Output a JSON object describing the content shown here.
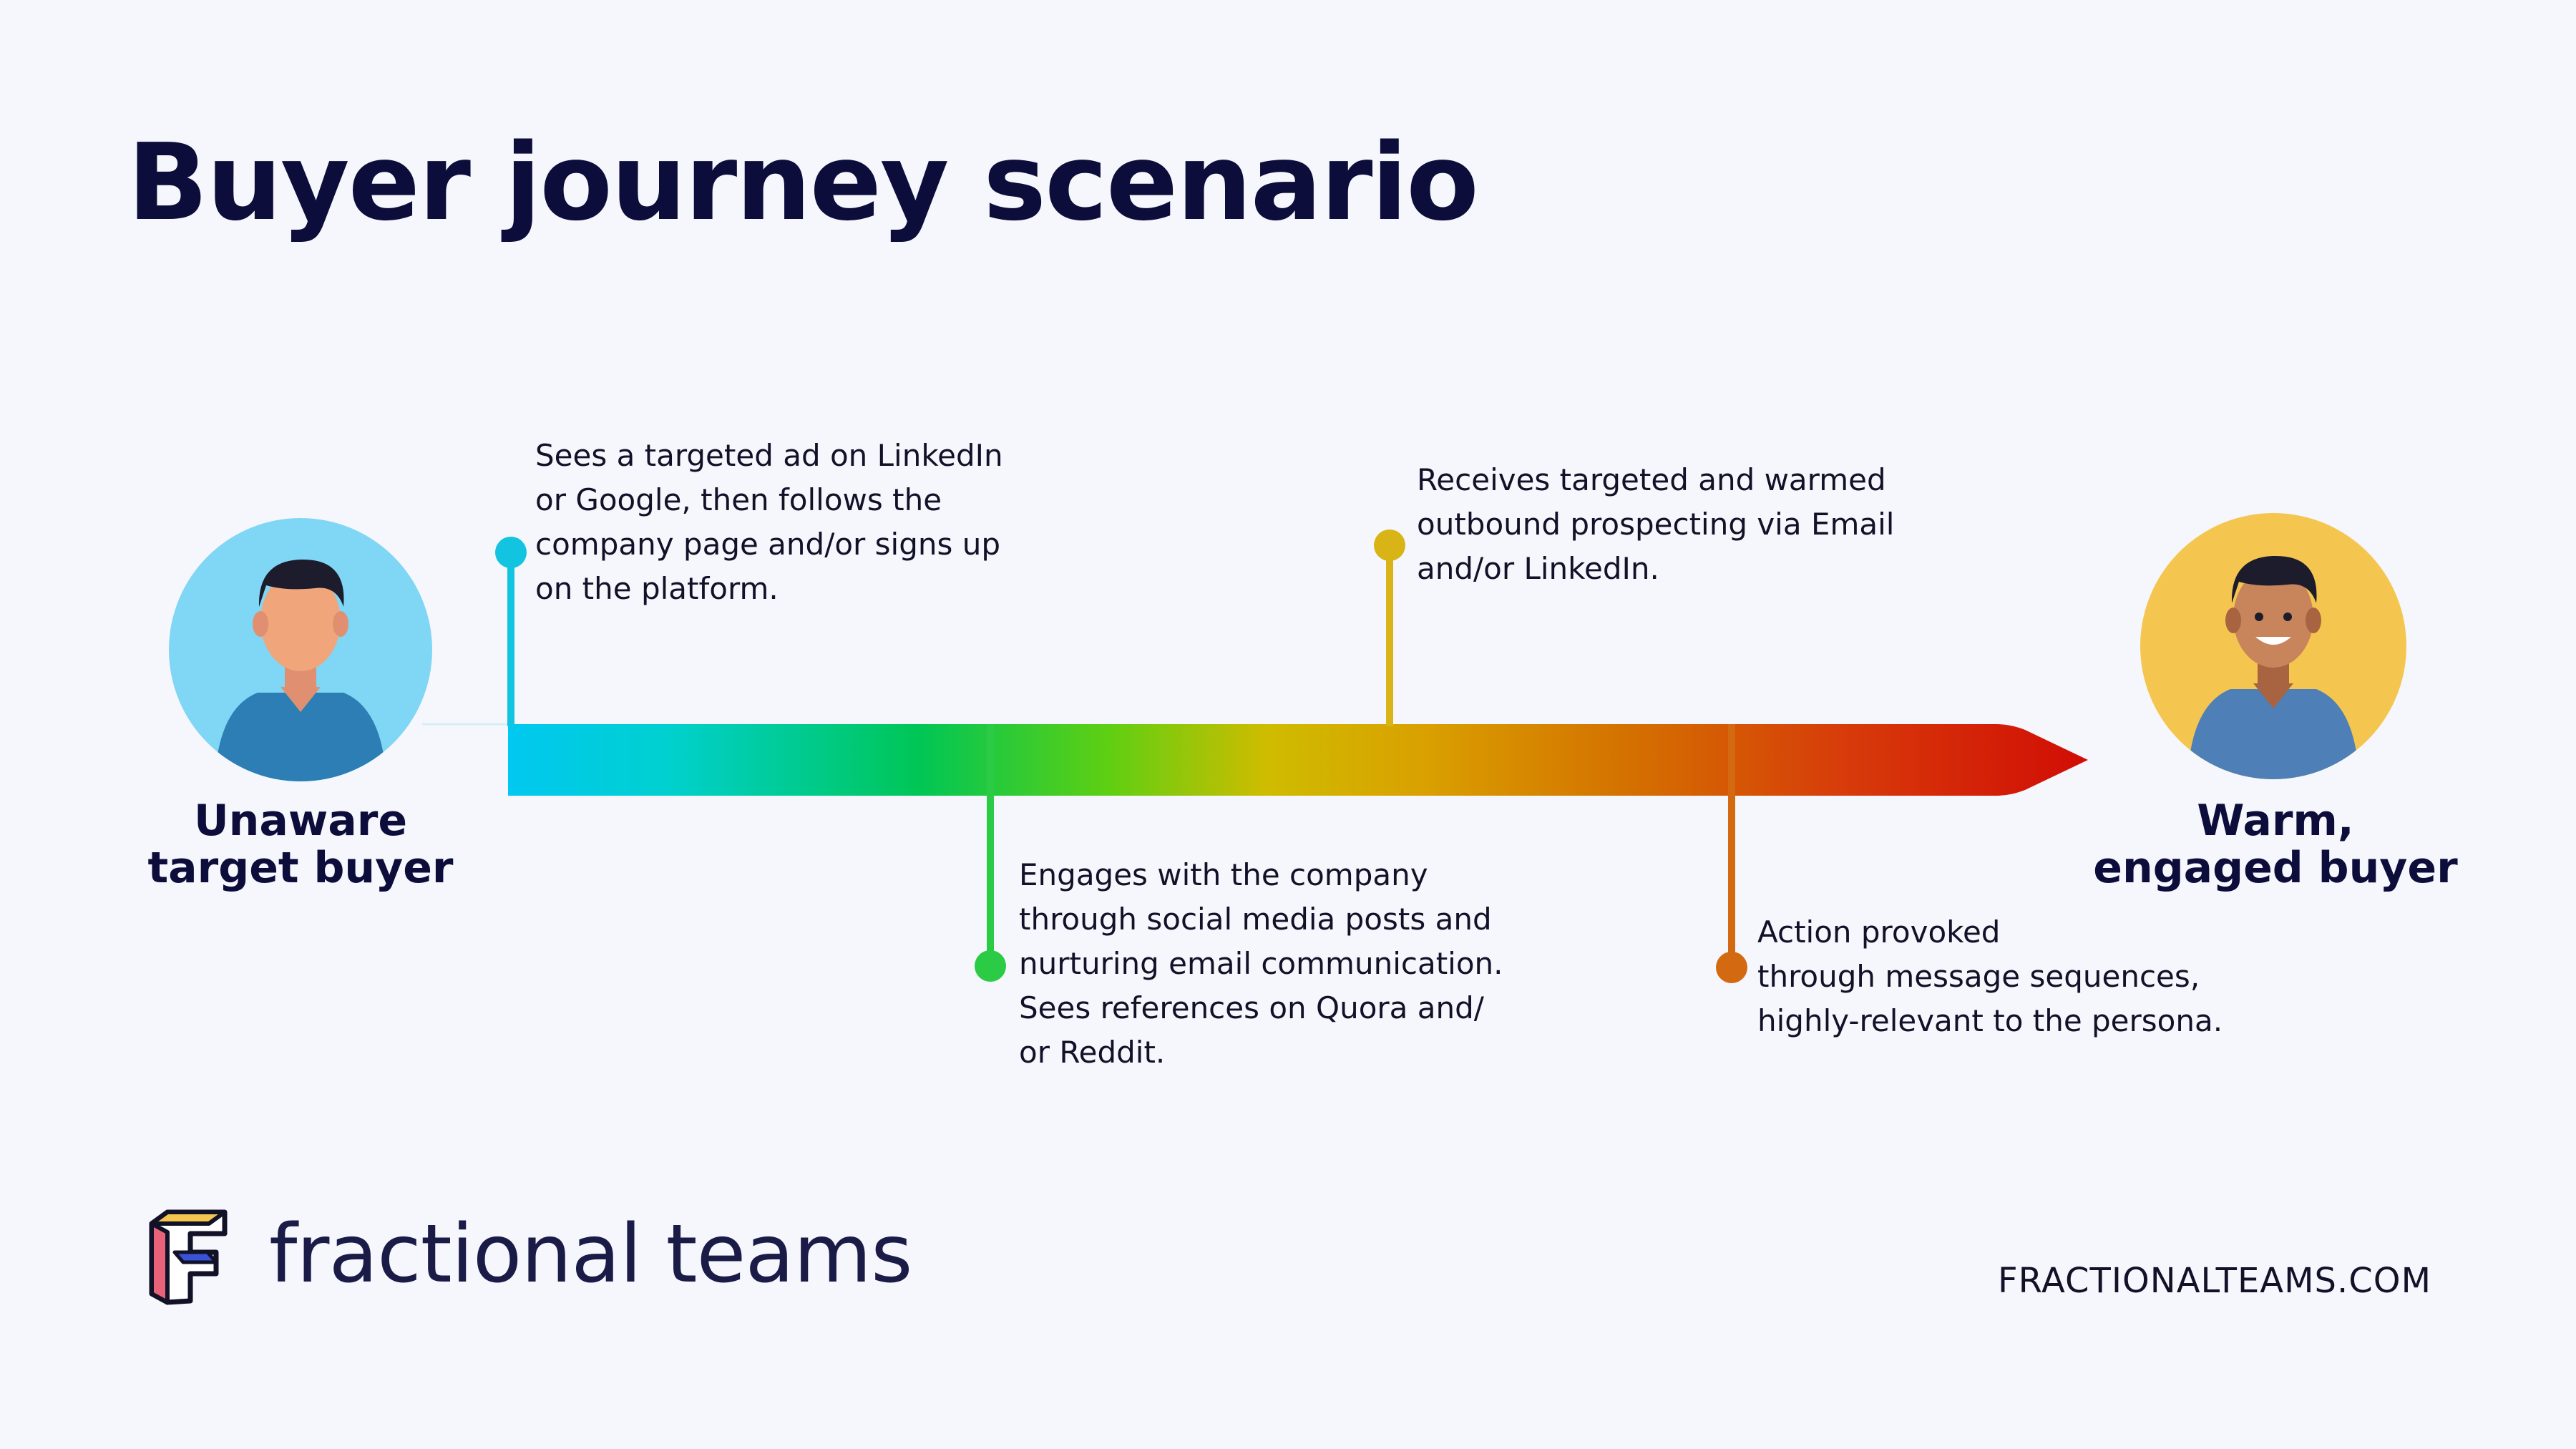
{
  "title": "Buyer journey scenario",
  "personas": {
    "start": {
      "label": "Unaware\ntarget buyer",
      "circle_color": "#7fd6f5"
    },
    "end": {
      "label": "Warm,\nengaged buyer",
      "circle_color": "#f5c64f"
    }
  },
  "steps": [
    {
      "text": "Sees a targeted ad on LinkedIn\nor Google, then follows the\ncompany page and/or signs up\non the platform.",
      "color": "#12c4e0"
    },
    {
      "text": "Engages with the company\nthrough social media posts and\nnurturing email communication.\nSees references on Quora and/\nor Reddit.",
      "color": "#2ccb45"
    },
    {
      "text": "Receives targeted and warmed\noutbound prospecting via Email\nand/or LinkedIn.",
      "color": "#d8b416"
    },
    {
      "text": "Action provoked\nthrough message sequences,\nhighly-relevant to the persona.",
      "color": "#d36a12"
    }
  ],
  "arrow_gradient": [
    "#00c8f0",
    "#00c656",
    "#5fcf12",
    "#cfbc00",
    "#d9a000",
    "#d47400",
    "#d73a0a",
    "#d10d05"
  ],
  "brand": {
    "name": "fractional teams",
    "url": "FRACTIONALTEAMS.COM"
  }
}
